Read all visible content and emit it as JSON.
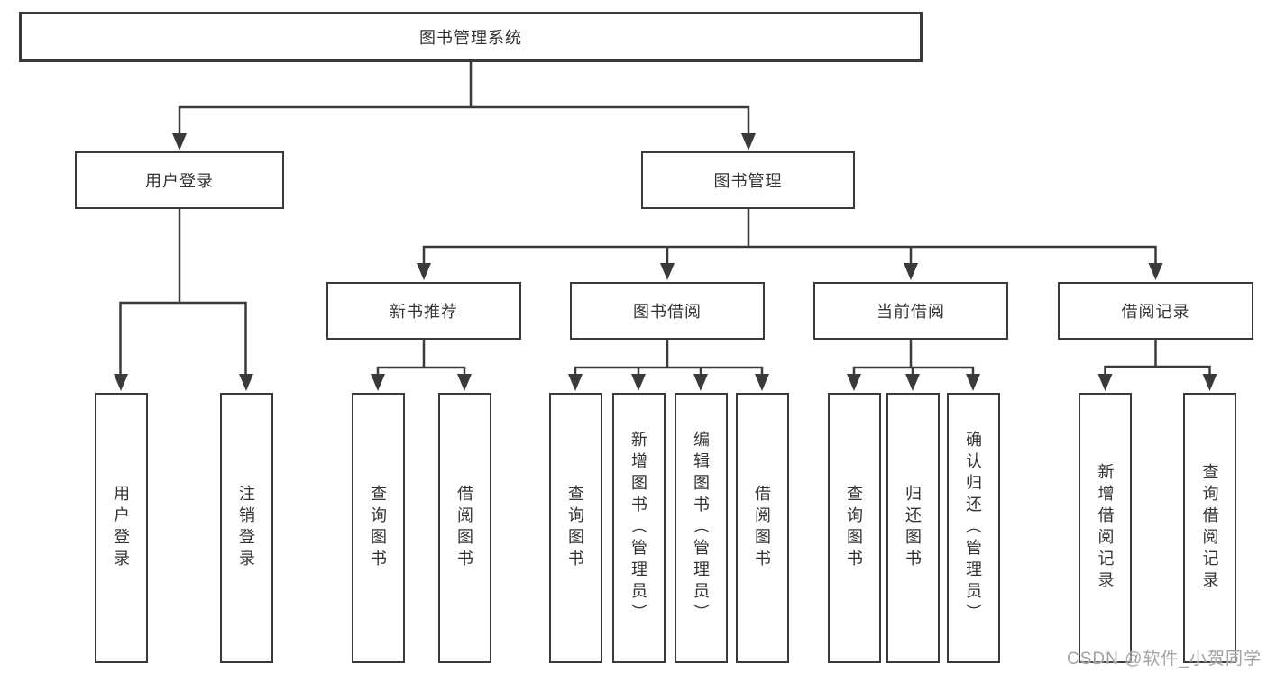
{
  "title": "图书管理系统",
  "tree": {
    "root": {
      "label": "图书管理系统"
    },
    "branches": [
      {
        "label": "用户登录",
        "children": [
          {
            "label": "用户登录"
          },
          {
            "label": "注销登录"
          }
        ]
      },
      {
        "label": "图书管理",
        "children": [
          {
            "label": "新书推荐",
            "children": [
              {
                "label": "查询图书"
              },
              {
                "label": "借阅图书"
              }
            ]
          },
          {
            "label": "图书借阅",
            "children": [
              {
                "label": "查询图书"
              },
              {
                "label": "新增图书（管理员）"
              },
              {
                "label": "编辑图书（管理员）"
              },
              {
                "label": "借阅图书"
              }
            ]
          },
          {
            "label": "当前借阅",
            "children": [
              {
                "label": "查询图书"
              },
              {
                "label": "归还图书"
              },
              {
                "label": "确认归还（管理员）"
              }
            ]
          },
          {
            "label": "借阅记录",
            "children": [
              {
                "label": "新增借阅记录"
              },
              {
                "label": "查询借阅记录"
              }
            ]
          }
        ]
      }
    ]
  },
  "watermark": {
    "text": "CSDN @软件_小贺同学"
  },
  "colors": {
    "line": "#3a3a3a",
    "text": "#333333",
    "background": "#ffffff",
    "watermark": "#a3a3a3"
  }
}
